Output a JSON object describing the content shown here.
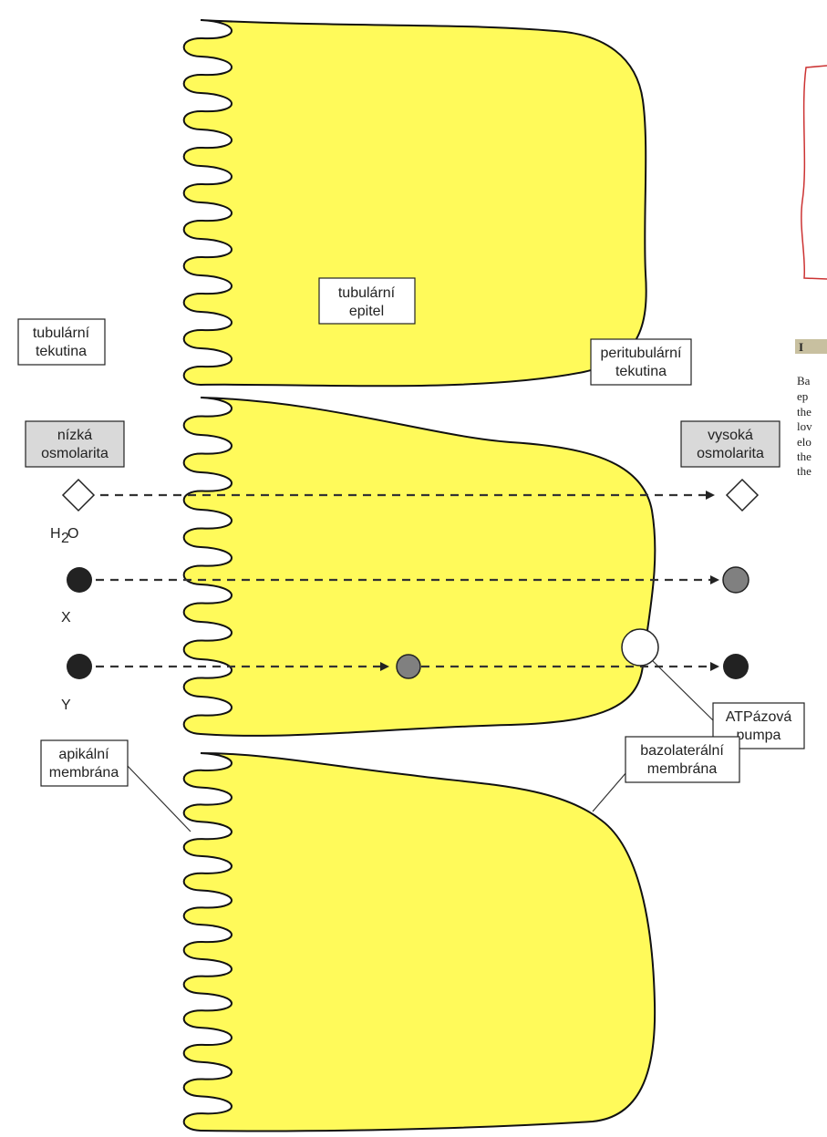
{
  "labels": {
    "tubular_epithelium": [
      "tubulární",
      "epitel"
    ],
    "tubular_fluid": [
      "tubulární",
      "tekutina"
    ],
    "peritubular_fluid": [
      "peritubulární",
      "tekutina"
    ],
    "low_osmolarity": [
      "nízká",
      "osmolarita"
    ],
    "high_osmolarity": [
      "vysoká",
      "osmolarita"
    ],
    "water": {
      "main": "H",
      "sub": "2",
      "tail": "O"
    },
    "solute_x": "X",
    "solute_y": "Y",
    "atpase_pump": [
      "ATPázová",
      "pumpa"
    ],
    "apical_membrane": [
      "apikální",
      "membrána"
    ],
    "basolateral_membrane": [
      "bazolaterální",
      "membrána"
    ]
  },
  "side_text": {
    "heading": "I",
    "lines": [
      "Ba",
      "ep",
      "the",
      "lov",
      "elo",
      "the",
      "the"
    ]
  },
  "colors": {
    "cell_fill": "#fffa5a",
    "shaded_box": "#d9d9d9",
    "molecule_dark": "#222222",
    "molecule_grey": "#808080",
    "side_frame": "#cc3333",
    "side_heading_bg": "#c8c0a0"
  }
}
